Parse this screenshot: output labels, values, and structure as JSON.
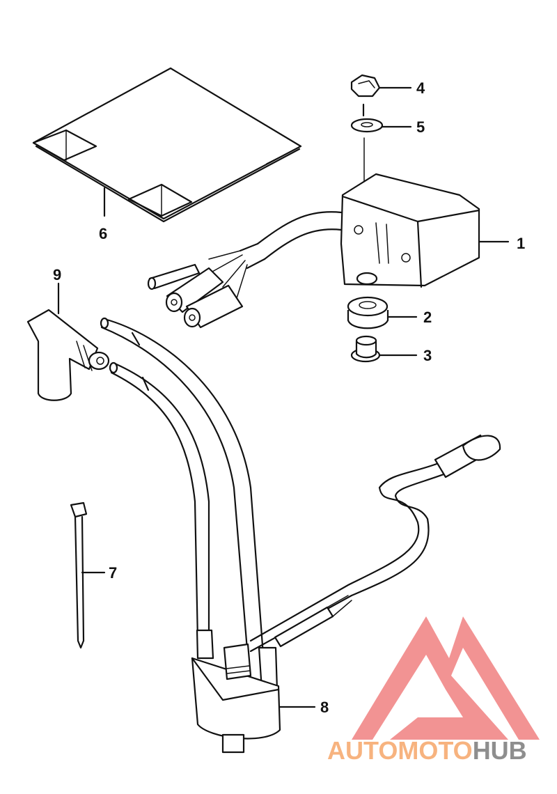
{
  "callouts": [
    {
      "id": "1",
      "label": "1"
    },
    {
      "id": "2",
      "label": "2"
    },
    {
      "id": "3",
      "label": "3"
    },
    {
      "id": "4",
      "label": "4"
    },
    {
      "id": "5",
      "label": "5"
    },
    {
      "id": "6",
      "label": "6"
    },
    {
      "id": "7",
      "label": "7"
    },
    {
      "id": "8",
      "label": "8"
    },
    {
      "id": "9",
      "label": "9"
    }
  ],
  "watermark": {
    "part1": "AUTO",
    "part2": "MOTO",
    "part3": "HUB",
    "logo_color": "#f08080",
    "text_color_1": "#f7b37f",
    "text_color_2": "#f7b37f",
    "text_color_3": "#8e8e8e"
  }
}
